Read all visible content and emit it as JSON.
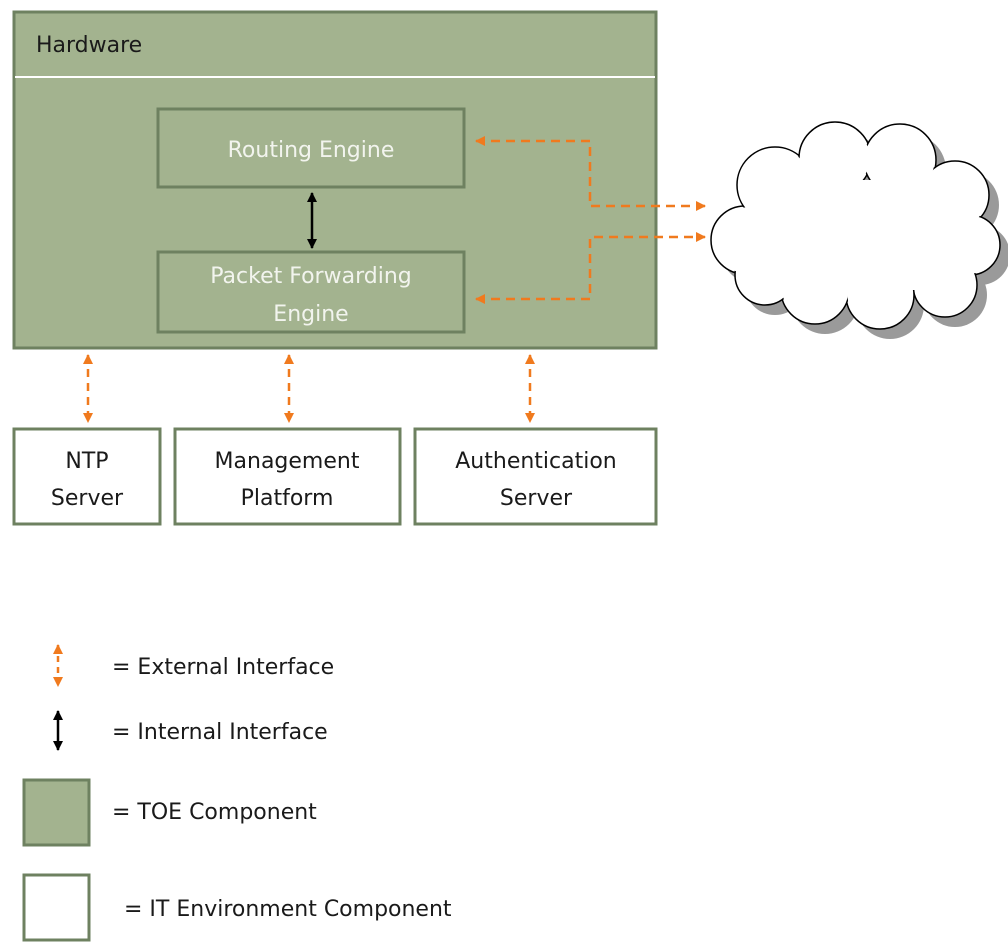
{
  "diagram": {
    "hardware_label": "Hardware",
    "routing_engine_label": "Routing Engine",
    "pfe_label_line1": "Packet Forwarding",
    "pfe_label_line2": "Engine",
    "ntp_line1": "NTP",
    "ntp_line2": "Server",
    "mgmt_line1": "Management",
    "mgmt_line2": "Platform",
    "auth_line1": "Authentication",
    "auth_line2": "Server"
  },
  "legend": {
    "external_interface": "= External Interface",
    "internal_interface": "= Internal Interface",
    "toe_component": "= TOE Component",
    "it_environment_component": "= IT Environment Component"
  },
  "colors": {
    "toe_fill": "#a3b38f",
    "border": "#6e8160",
    "external_arrow": "#f07a1e",
    "internal_arrow": "#000000",
    "light_text": "#f2f4ee",
    "dark_text": "#1a1a1a"
  }
}
